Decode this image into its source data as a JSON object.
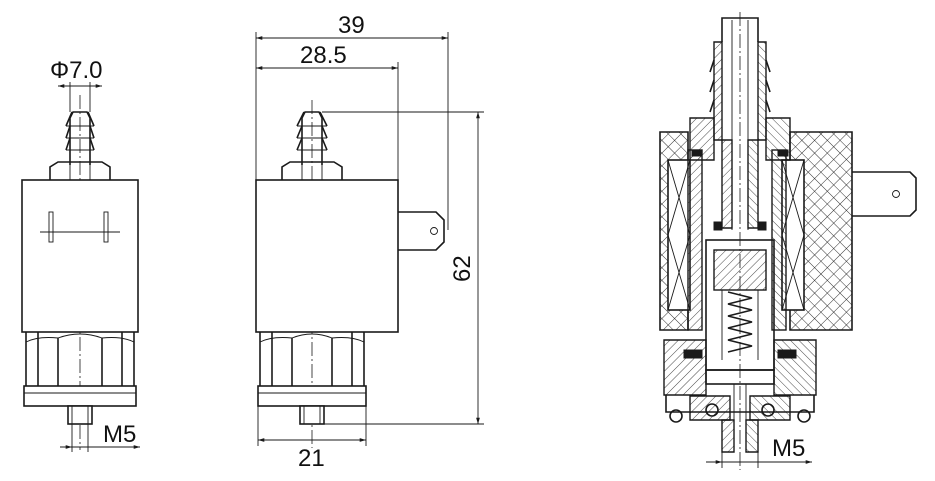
{
  "dimensions": {
    "hose_diameter": "Φ7.0",
    "thread_left": "M5",
    "overall_width": "39",
    "coil_width": "28.5",
    "overall_height": "62",
    "base_width": "21",
    "thread_section": "M5"
  },
  "colors": {
    "line": "#1a1a1a",
    "background": "#ffffff"
  }
}
